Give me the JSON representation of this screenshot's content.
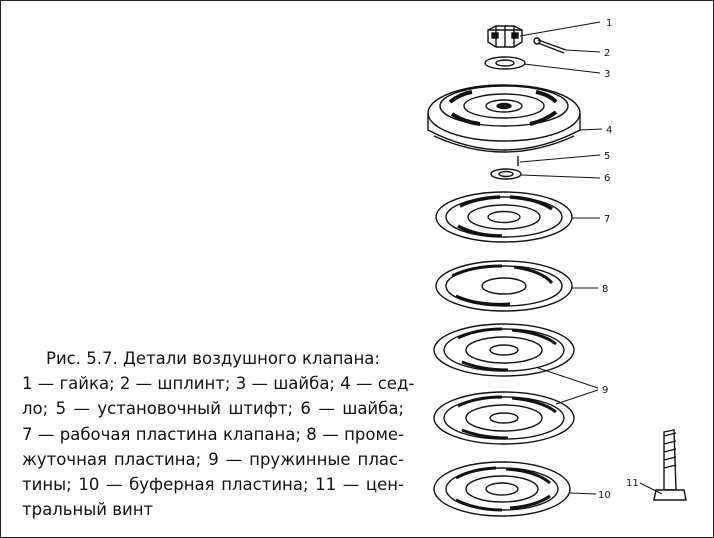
{
  "caption": {
    "lines": [
      "Рис. 5.7. Детали воздушного клапана:",
      "1 — гайка; 2 — шплинт; 3 — шайба; 4 — сед-",
      "ло; 5 — установочный штифт; 6 — шайба;",
      "7 — рабочая пластина клапана; 8 — проме-",
      "жуточная пластина; 9 — пружинные плас-",
      "тины; 10 — буферная пластина; 11 — цен-",
      "тральный винт"
    ]
  },
  "labels": {
    "l1": "1",
    "l2": "2",
    "l3": "3",
    "l4": "4",
    "l5": "5",
    "l6": "6",
    "l7": "7",
    "l8": "8",
    "l9": "9",
    "l10": "10",
    "l11": "11"
  },
  "colors": {
    "ink": "#111111",
    "background": "#ffffff"
  }
}
